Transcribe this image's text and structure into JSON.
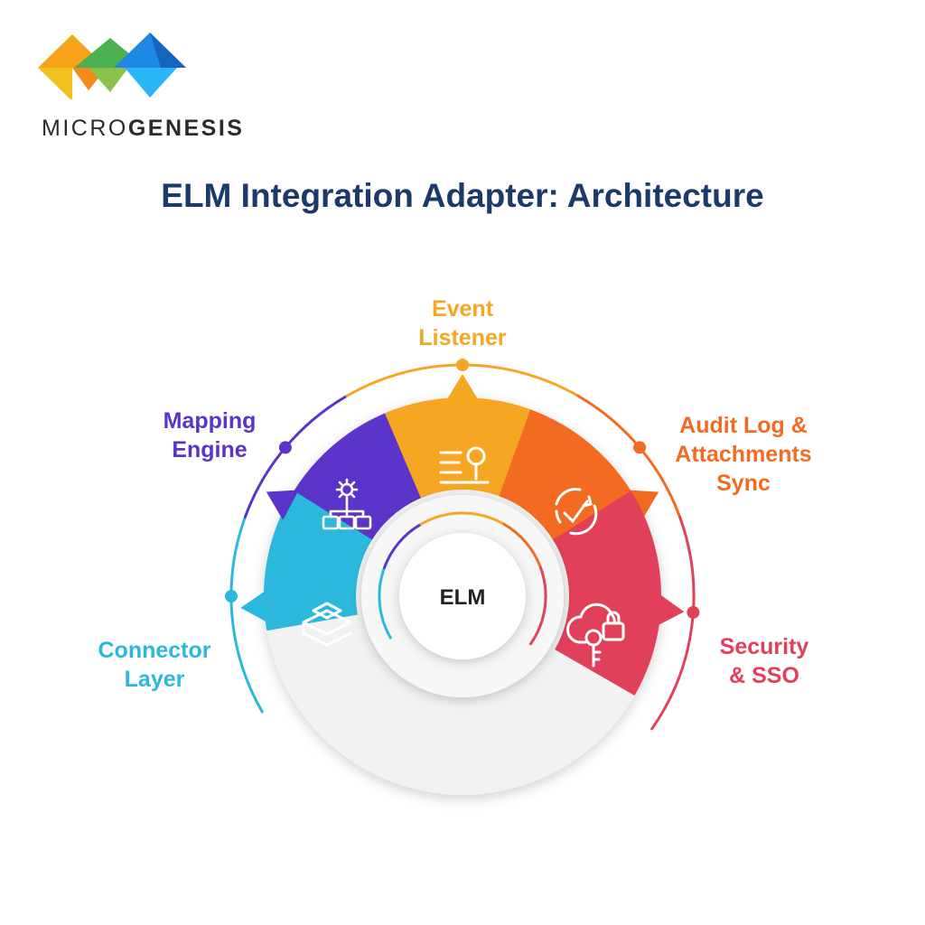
{
  "brand": {
    "name_light": "MICRO",
    "name_bold": "GENESIS"
  },
  "title": "ELM Integration Adapter: Architecture",
  "center": {
    "label": "ELM"
  },
  "colors": {
    "connector": "#2bb8dc",
    "mapping": "#5b34c9",
    "event": "#f5a623",
    "audit": "#f26b21",
    "security": "#e0405a",
    "title": "#1b3a6b"
  },
  "segments": [
    {
      "key": "connector",
      "lines": [
        "Connector",
        "Layer"
      ],
      "icon": "layers-icon"
    },
    {
      "key": "mapping",
      "lines": [
        "Mapping",
        "Engine"
      ],
      "icon": "gear-hierarchy-icon"
    },
    {
      "key": "event",
      "lines": [
        "Event",
        "Listener"
      ],
      "icon": "search-list-icon"
    },
    {
      "key": "audit",
      "lines": [
        "Audit Log &",
        "Attachments",
        "Sync"
      ],
      "icon": "sync-check-icon"
    },
    {
      "key": "security",
      "lines": [
        "Security",
        "& SSO"
      ],
      "icon": "cloud-lock-key-icon"
    }
  ]
}
